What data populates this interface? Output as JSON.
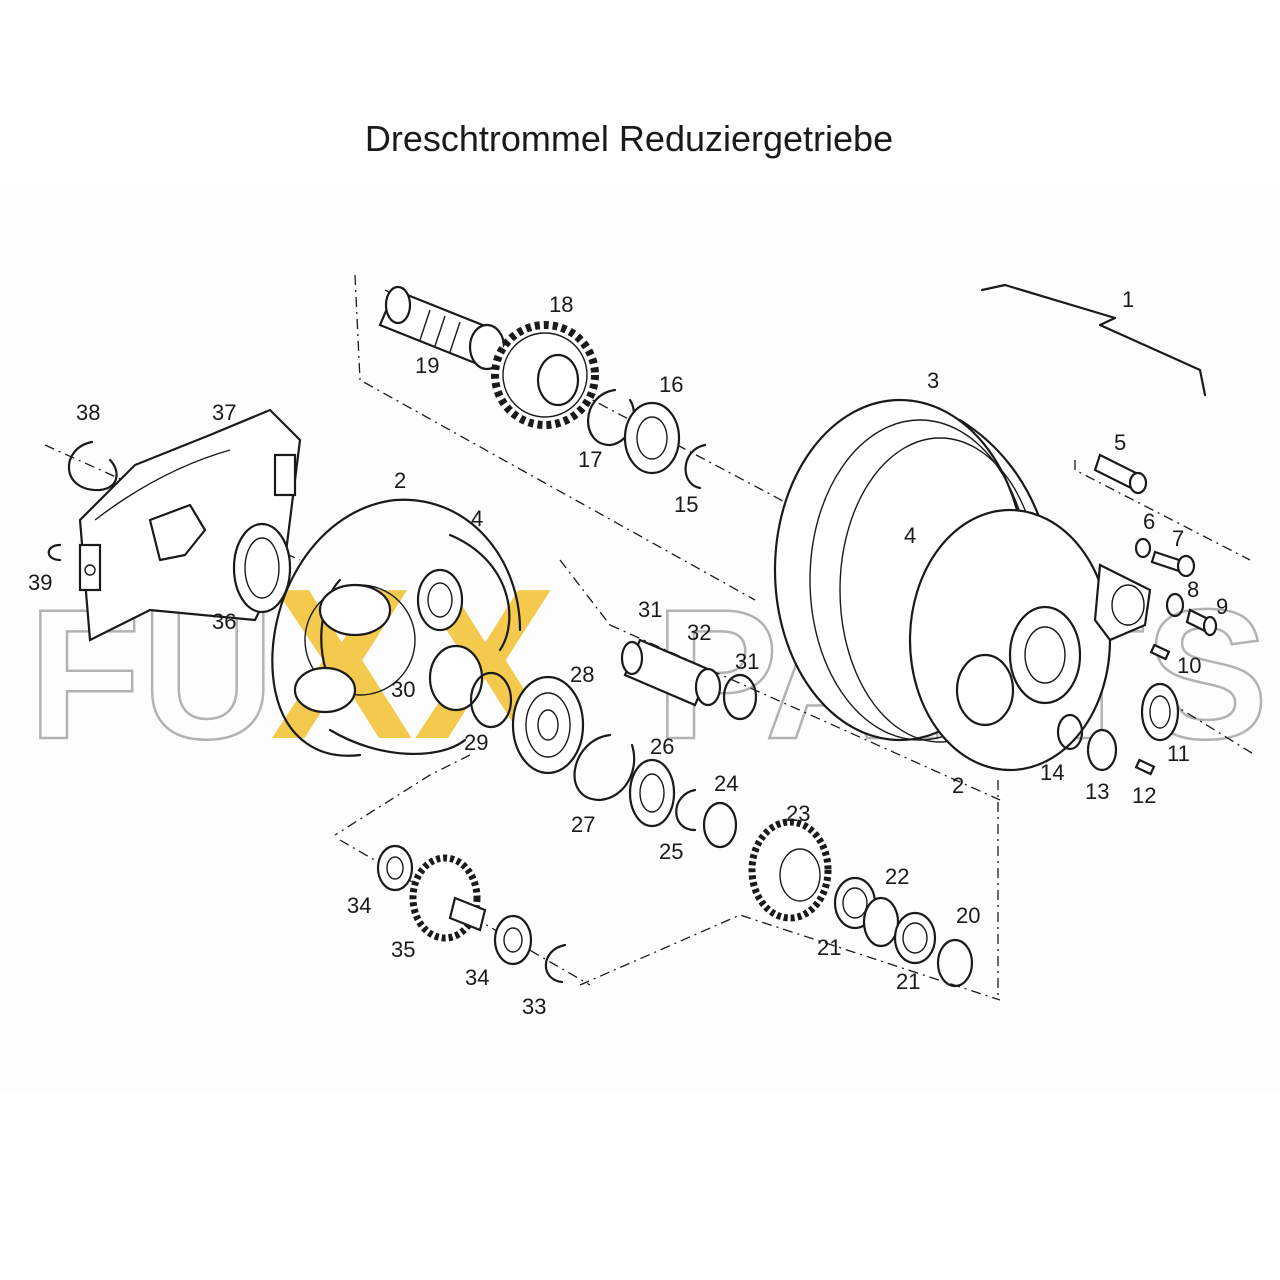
{
  "title": "Dreschtrommel Reduziergetriebe",
  "watermark": {
    "text": "FUXX PARTS",
    "accent_color": "#f2c230",
    "outline_color": "#9a9a9a"
  },
  "colors": {
    "line": "#1a1a1a",
    "background": "#ffffff",
    "diagram_bg": "#fdfdfd"
  },
  "callouts": [
    "1",
    "2",
    "2",
    "3",
    "4",
    "4",
    "5",
    "6",
    "7",
    "8",
    "9",
    "10",
    "11",
    "12",
    "13",
    "14",
    "15",
    "16",
    "17",
    "18",
    "19",
    "20",
    "21",
    "21",
    "22",
    "23",
    "24",
    "25",
    "26",
    "27",
    "28",
    "29",
    "30",
    "31",
    "31",
    "32",
    "33",
    "34",
    "34",
    "35",
    "36",
    "37",
    "38",
    "39"
  ]
}
